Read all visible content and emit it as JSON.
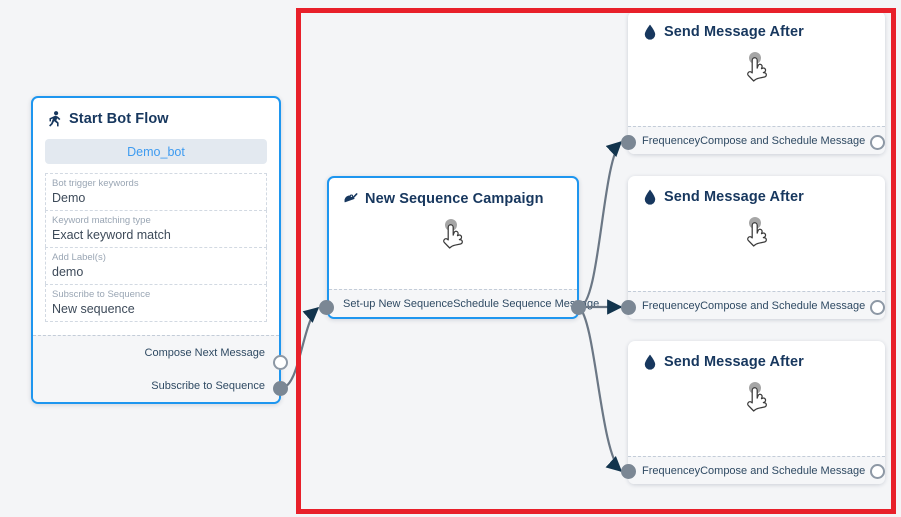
{
  "canvas": {
    "background_color": "#f4f5f7",
    "annotation": {
      "name": "red-highlight-rectangle",
      "color": "#e8202a"
    }
  },
  "nodes": [
    {
      "id": "start-bot-flow",
      "title": "Start Bot Flow",
      "icon": "running-person-icon",
      "bot_pill": "Demo_bot",
      "fields": [
        {
          "label": "Bot trigger keywords",
          "value": "Demo"
        },
        {
          "label": "Keyword matching type",
          "value": "Exact keyword match"
        },
        {
          "label": "Add Label(s)",
          "value": "demo"
        },
        {
          "label": "Subscribe to Sequence",
          "value": "New sequence"
        }
      ],
      "outputs": [
        {
          "label": "Compose Next Message",
          "state": "open"
        },
        {
          "label": "Subscribe to Sequence",
          "state": "filled"
        }
      ]
    },
    {
      "id": "new-sequence-campaign",
      "title": "New Sequence Campaign",
      "icon": "sequence-campaign-icon",
      "input_label": "Set-up New Sequence",
      "output_label": "Schedule Sequence Message"
    },
    {
      "id": "send-message-after-1",
      "title": "Send Message After",
      "icon": "droplet-icon",
      "input_label": "Frequencey",
      "output_label": "Compose and Schedule Message"
    },
    {
      "id": "send-message-after-2",
      "title": "Send Message After",
      "icon": "droplet-icon",
      "input_label": "Frequencey",
      "output_label": "Compose and Schedule Message"
    },
    {
      "id": "send-message-after-3",
      "title": "Send Message After",
      "icon": "droplet-icon",
      "input_label": "Frequencey",
      "output_label": "Compose and Schedule Message"
    }
  ]
}
